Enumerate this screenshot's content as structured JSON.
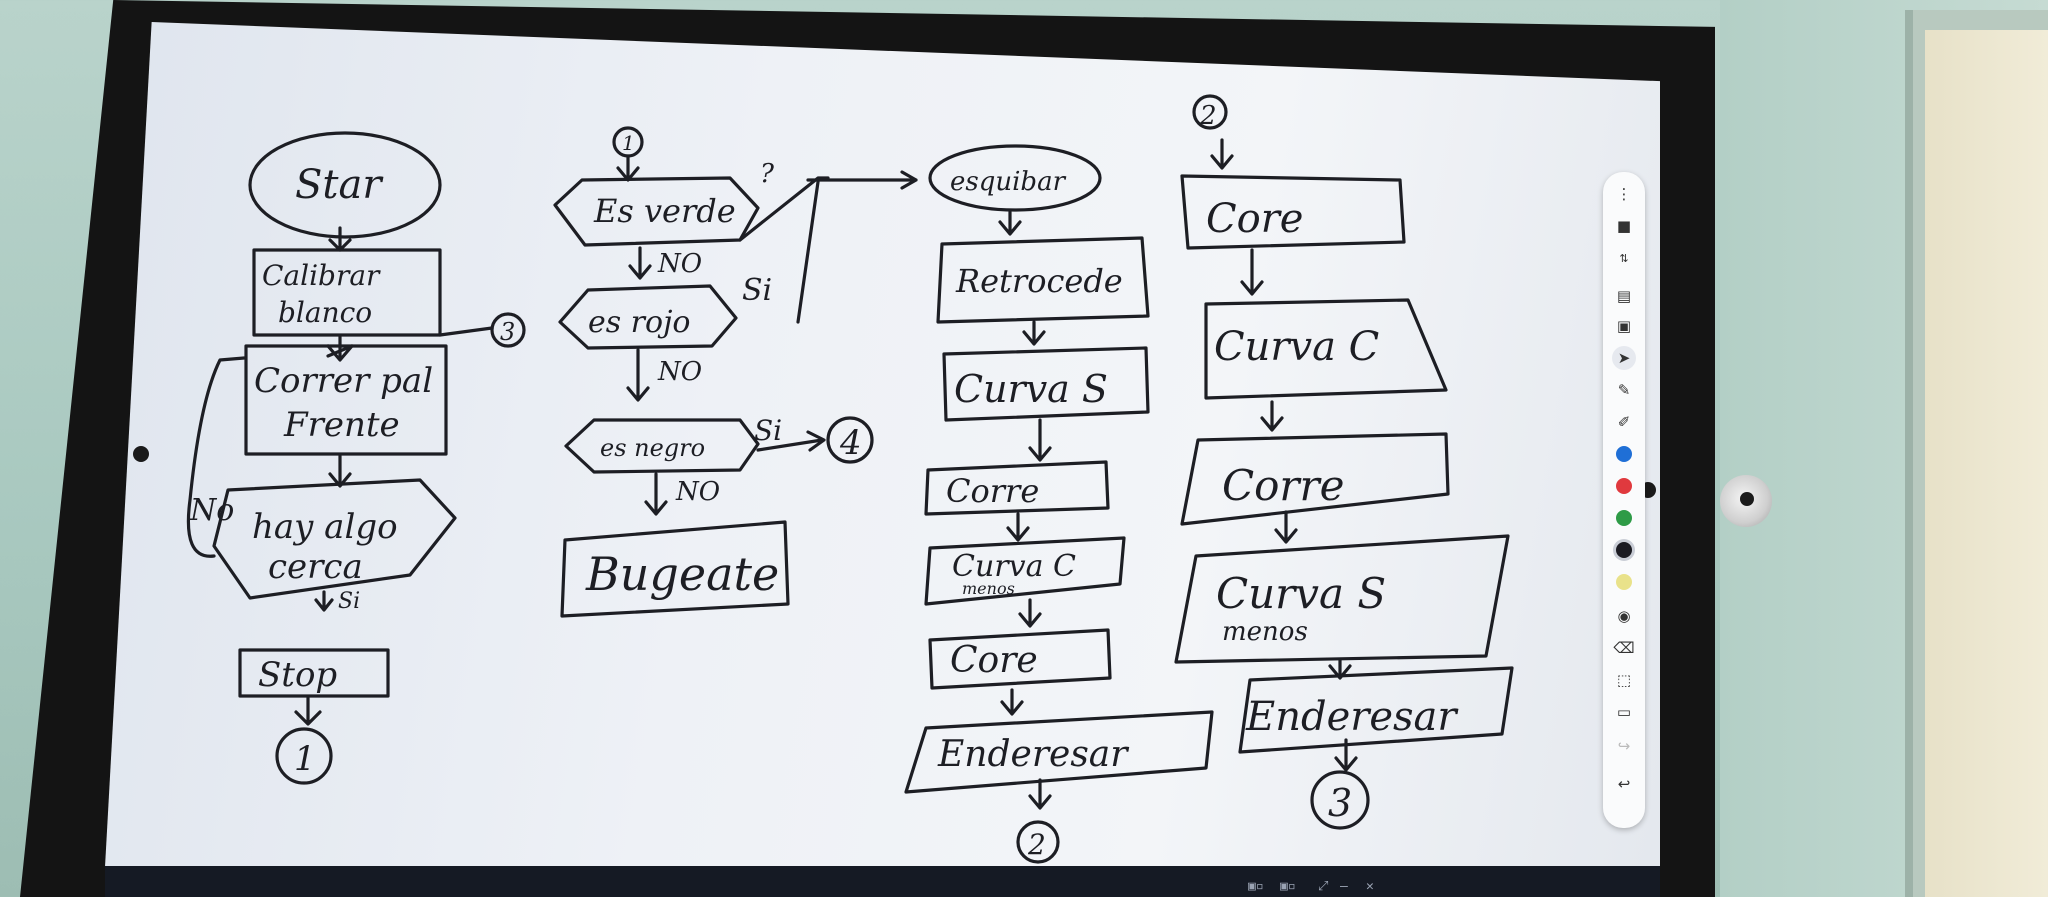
{
  "flowchart1": {
    "start": "Star",
    "calibrar": [
      "Calibrar",
      "blanco"
    ],
    "connector3": "3",
    "correr": [
      "Correr pal",
      "Frente"
    ],
    "no_label": "No",
    "hay": [
      "hay algo",
      "cerca"
    ],
    "si_label": "Si",
    "stop": "Stop",
    "connector1": "1"
  },
  "flowchart2": {
    "connector1": "1",
    "verde": "Es verde",
    "question_mark": "?",
    "no1": "NO",
    "si1": "Si",
    "rojo": "es rojo",
    "no2": "NO",
    "negro": "es negro",
    "si2": "Si",
    "connector4": "4",
    "no3": "NO",
    "bugeate": "Bugeate"
  },
  "flowchart3": {
    "esquivar": "esquibar",
    "retrocede": "Retrocede",
    "curva_s": "Curva S",
    "corre1": "Corre",
    "curva_c": [
      "Curva C",
      "menos"
    ],
    "corre2": "Core",
    "enderesar": "Enderesar",
    "connector2": "2"
  },
  "flowchart4": {
    "connector2": "2",
    "core": "Core",
    "curva_c": "Curva C",
    "corre": "Corre",
    "curva_s": [
      "Curva S",
      "menos"
    ],
    "enderesar": "Enderesar",
    "connector3": "3"
  },
  "toolbar": {
    "icons": [
      "more-icon",
      "save-icon",
      "expand-icon",
      "template-icon",
      "image-icon",
      "pointer-icon",
      "pen-icon",
      "marker-icon",
      "blue-color",
      "red-color",
      "green-color",
      "black-color",
      "yellow-color",
      "palette-icon",
      "eraser-icon",
      "select-icon",
      "clear-icon",
      "redo-icon",
      "undo-icon"
    ],
    "colors": {
      "blue": "#1f6fd6",
      "red": "#e0393e",
      "green": "#2e9b47",
      "black": "#1b1b22",
      "yellow": "#e9e28a"
    }
  }
}
